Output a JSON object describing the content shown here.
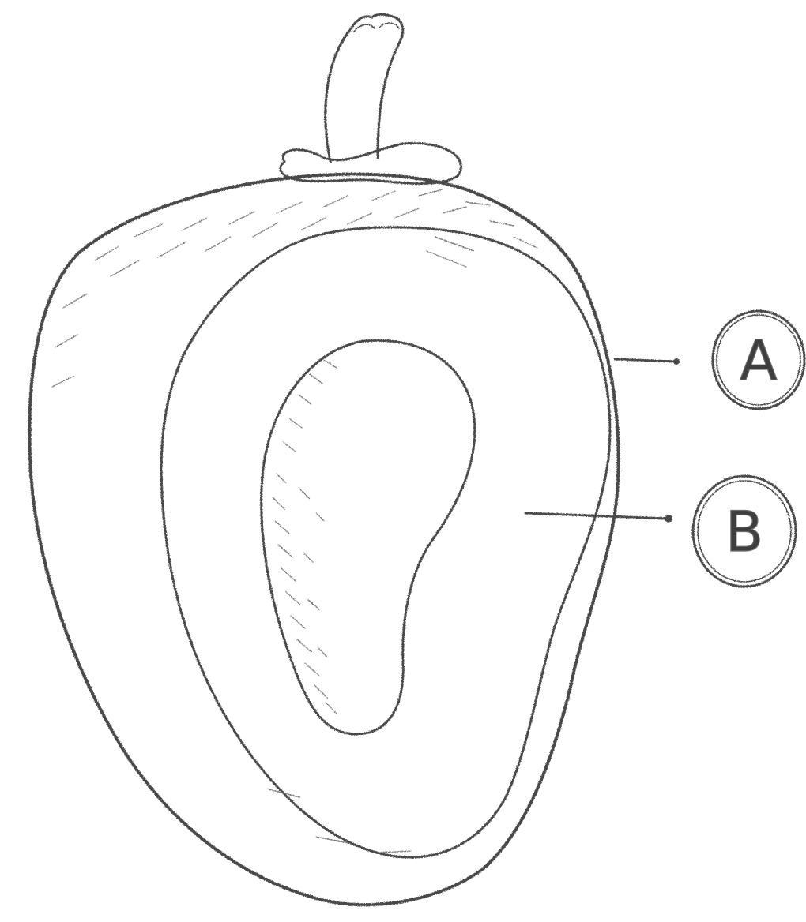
{
  "labels": [
    {
      "id": "A",
      "text": "A"
    },
    {
      "id": "B",
      "text": "B"
    }
  ]
}
